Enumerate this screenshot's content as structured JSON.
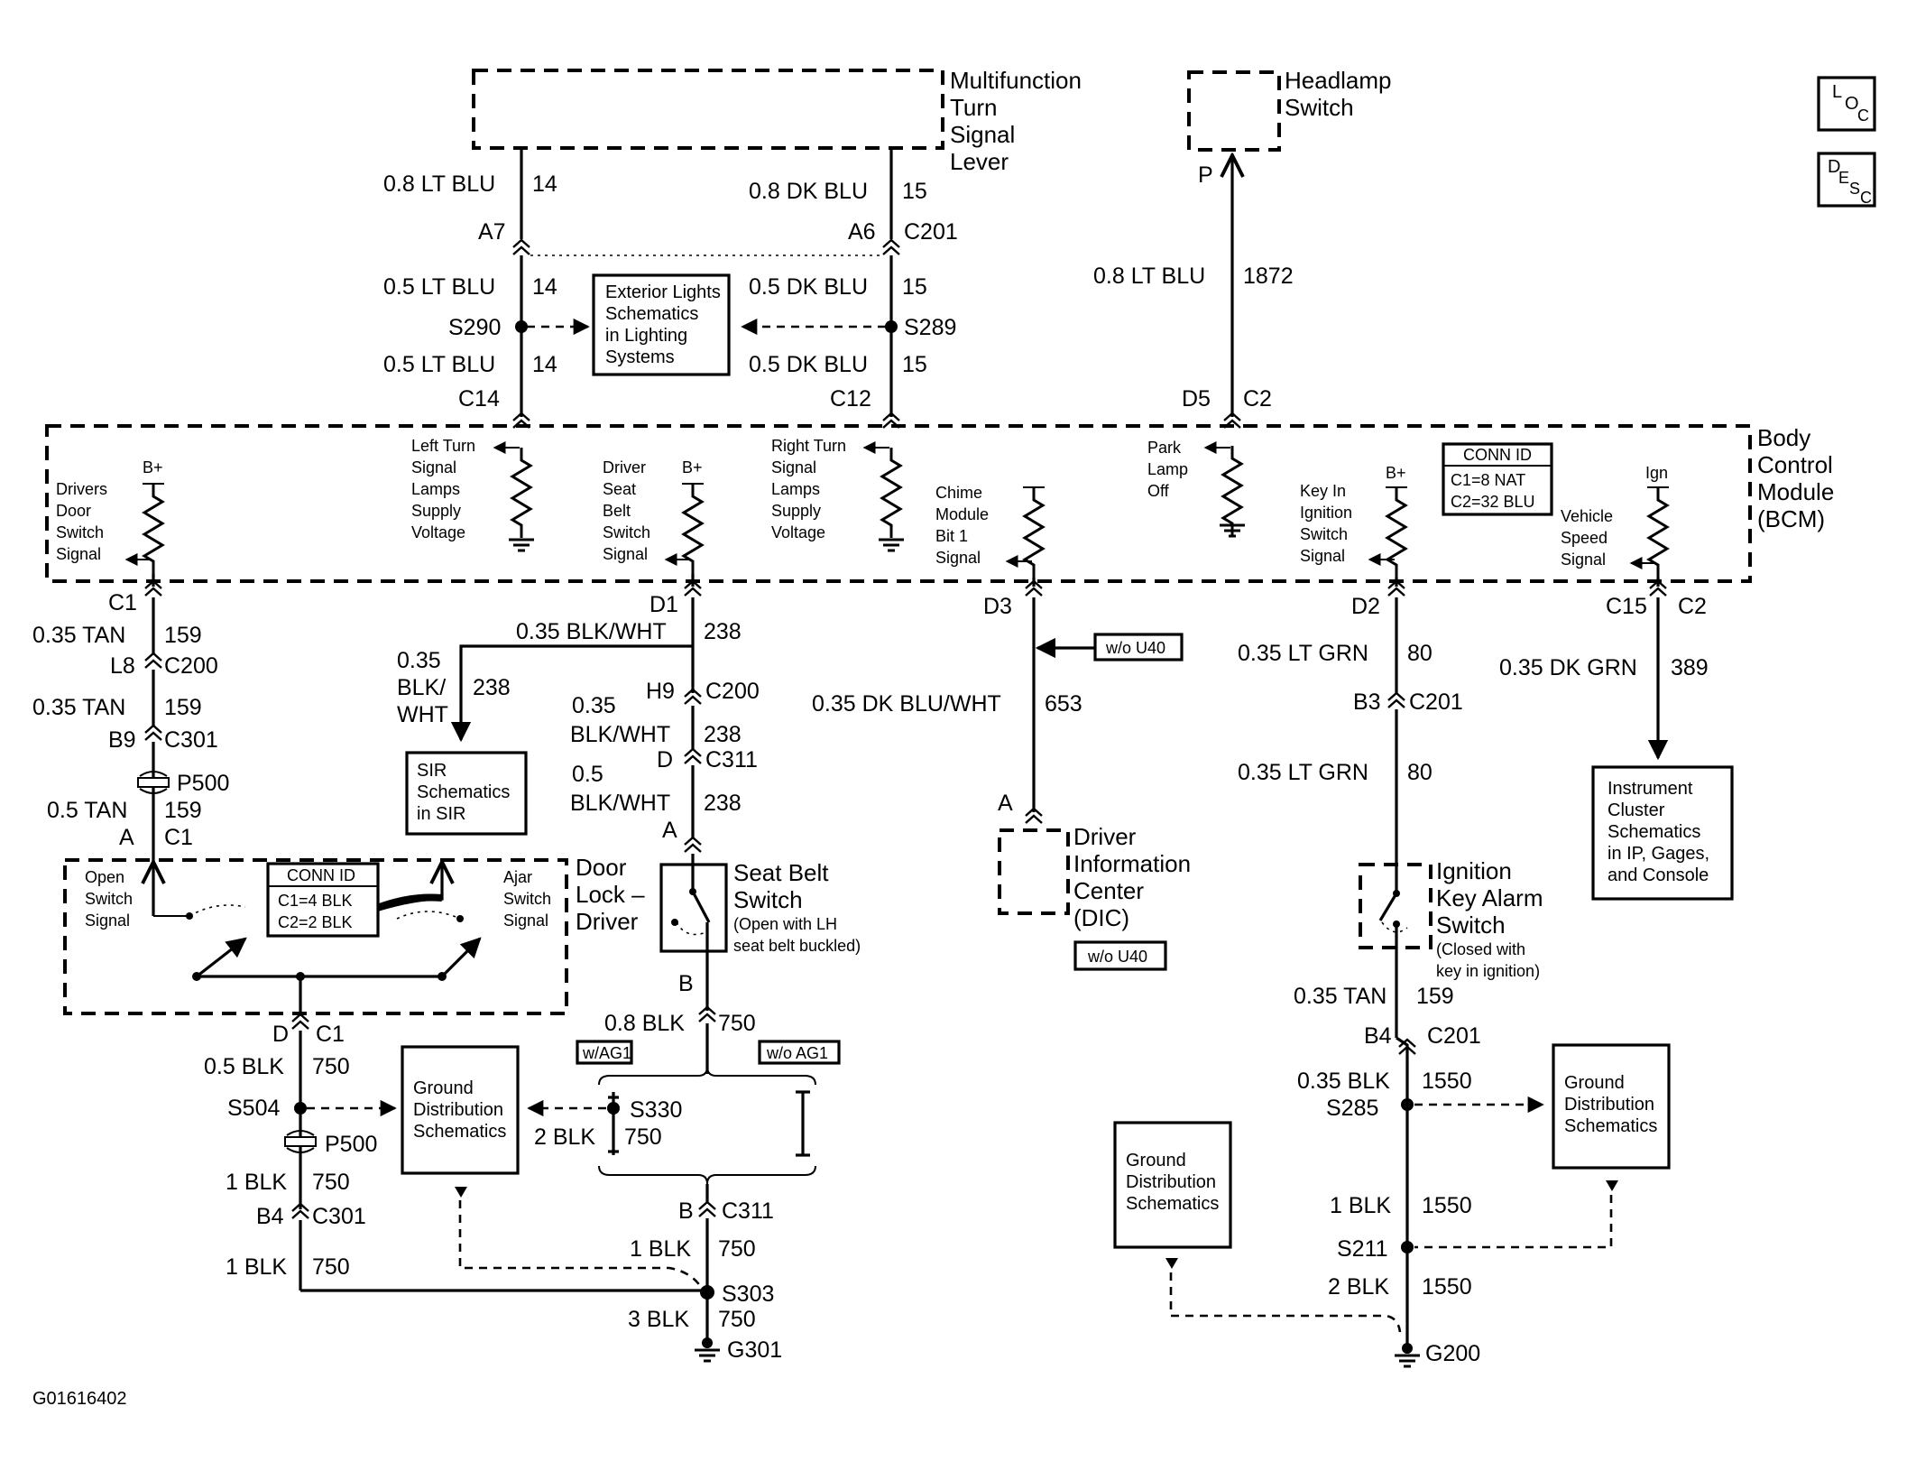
{
  "figure_id": "G01616402",
  "corner_icons": [
    {
      "name": "loc-icon",
      "glyphs": [
        "L",
        "O",
        "C"
      ]
    },
    {
      "name": "desc-icon",
      "glyphs": [
        "D",
        "E",
        "S",
        "C"
      ]
    }
  ],
  "components": {
    "mfsl_title": [
      "Multifunction",
      "Turn",
      "Signal",
      "Lever"
    ],
    "headlamp_title": [
      "Headlamp",
      "Switch"
    ],
    "headlamp_pin": "P",
    "bcm_title": [
      "Body",
      "Control",
      "Module",
      "(BCM)"
    ],
    "exterior_lights": [
      "Exterior Lights",
      "Schematics",
      "in Lighting",
      "Systems"
    ],
    "sir": [
      "SIR",
      "Schematics",
      "in SIR"
    ],
    "instrument_cluster": [
      "Instrument",
      "Cluster",
      "Schematics",
      "in IP, Gages,",
      "and Console"
    ],
    "door_lock_title": [
      "Door",
      "Lock –",
      "Driver"
    ],
    "door_lock_open": [
      "Open",
      "Switch",
      "Signal"
    ],
    "door_lock_ajar": [
      "Ajar",
      "Switch",
      "Signal"
    ],
    "door_conn_id": [
      "CONN ID",
      "C1=4 BLK",
      "C2=2 BLK"
    ],
    "bcm_conn_id": [
      "CONN ID",
      "C1=8 NAT",
      "C2=32 BLU"
    ],
    "seat_belt_title": [
      "Seat Belt",
      "Switch"
    ],
    "seat_belt_note": [
      "(Open with LH",
      "seat belt buckled)"
    ],
    "dic_title": [
      "Driver",
      "Information",
      "Center",
      "(DIC)"
    ],
    "ignition_title": [
      "Ignition",
      "Key Alarm",
      "Switch"
    ],
    "ignition_note": [
      "(Closed with",
      "key in ignition)"
    ],
    "ground_dist": [
      "Ground",
      "Distribution",
      "Schematics"
    ],
    "wo_u40": "w/o U40",
    "w_ag1": "w/AG1",
    "wo_ag1": "w/o AG1"
  },
  "bcm_inputs": {
    "b_plus": "B+",
    "ign": "Ign",
    "drivers_door": [
      "Drivers",
      "Door",
      "Switch",
      "Signal"
    ],
    "left_turn": [
      "Left Turn",
      "Signal",
      "Lamps",
      "Supply",
      "Voltage"
    ],
    "driver_seat": [
      "Driver",
      "Seat",
      "Belt",
      "Switch",
      "Signal"
    ],
    "right_turn": [
      "Right Turn",
      "Signal",
      "Lamps",
      "Supply",
      "Voltage"
    ],
    "chime": [
      "Chime",
      "Module",
      "Bit 1",
      "Signal"
    ],
    "park_lamp": [
      "Park",
      "Lamp",
      "Off"
    ],
    "key_in": [
      "Key In",
      "Ignition",
      "Switch",
      "Signal"
    ],
    "vehicle_speed": [
      "Vehicle",
      "Speed",
      "Signal"
    ]
  },
  "wires": {
    "w1_size": "0.8 LT BLU",
    "w1_circ": "14",
    "w1_pin": "A7",
    "w2_size": "0.8 DK BLU",
    "w2_circ": "15",
    "w2_pin": "A6",
    "w2_conn": "C201",
    "w3_size": "0.8 LT BLU",
    "w3_circ": "1872",
    "w4_size": "0.5 LT BLU",
    "w4_circ": "14",
    "w4_splice": "S290",
    "w5_size": "0.5 DK BLU",
    "w5_circ": "15",
    "w5_splice": "S289",
    "w6_size": "0.5 LT BLU",
    "w6_circ": "14",
    "w6_pin": "C14",
    "w7_size": "0.5 DK BLU",
    "w7_circ": "15",
    "w7_pin": "C12",
    "hl_pin": "D5",
    "hl_conn": "C2",
    "a_pin": "C1",
    "a1_size": "0.35 TAN",
    "a1_circ": "159",
    "a1_pin": "L8",
    "a1_conn": "C200",
    "a2_size": "0.35 TAN",
    "a2_circ": "159",
    "a2_pin": "B9",
    "a2_conn": "C301",
    "a3_conn": "P500",
    "a4_size": "0.5 TAN",
    "a4_circ": "159",
    "a4_pin": "A",
    "a4_conn": "C1",
    "b_pin": "D1",
    "b1_size": "0.35 BLK/WHT",
    "b1_circ": "238",
    "b_sir_size": [
      "0.35",
      "BLK/",
      "WHT"
    ],
    "b_sir_circ": "238",
    "b2_pin": "H9",
    "b2_conn": "C200",
    "b3_size": [
      "0.35",
      "BLK/WHT"
    ],
    "b3_circ": "238",
    "b3_pin": "D",
    "b3_conn": "C311",
    "b4_size": [
      "0.5",
      "BLK/WHT"
    ],
    "b4_circ": "238",
    "b4_pin": "A",
    "c_pin": "D3",
    "c1_size": "0.35 DK BLU/WHT",
    "c1_circ": "653",
    "c1_pin": "A",
    "d_pin": "D2",
    "d1_size": "0.35 LT GRN",
    "d1_circ": "80",
    "d1_pin": "B3",
    "d1_conn": "C201",
    "d2_size": "0.35 LT GRN",
    "d2_circ": "80",
    "e_pin": "C15",
    "e_conn": "C2",
    "e1_size": "0.35 DK GRN",
    "e1_circ": "389"
  },
  "grounds": {
    "g1_pin": "D",
    "g1_conn": "C1",
    "g1_size": "0.5 BLK",
    "g1_circ": "750",
    "g1_splice": "S504",
    "g1_conn2": "P500",
    "g2_size": "1 BLK",
    "g2_circ": "750",
    "g2_pin": "B4",
    "g2_conn": "C301",
    "g3_size": "1 BLK",
    "g3_circ": "750",
    "s1_pin": "B",
    "s1_size": "0.8 BLK",
    "s1_circ": "750",
    "s2_splice": "S330",
    "s2_size": "2 BLK",
    "s2_circ": "750",
    "s3_pin": "B",
    "s3_conn": "C311",
    "s4_size": "1 BLK",
    "s4_circ": "750",
    "s5_splice": "S303",
    "s6_size": "3 BLK",
    "s6_circ": "750",
    "g301": "G301",
    "i1_size": "0.35 TAN",
    "i1_circ": "159",
    "i1_pin": "B4",
    "i1_conn": "C201",
    "i2_size": "0.35 BLK",
    "i2_circ": "1550",
    "i2_splice": "S285",
    "i3_size": "1 BLK",
    "i3_circ": "1550",
    "i3_splice": "S211",
    "i4_size": "2 BLK",
    "i4_circ": "1550",
    "g200": "G200"
  }
}
